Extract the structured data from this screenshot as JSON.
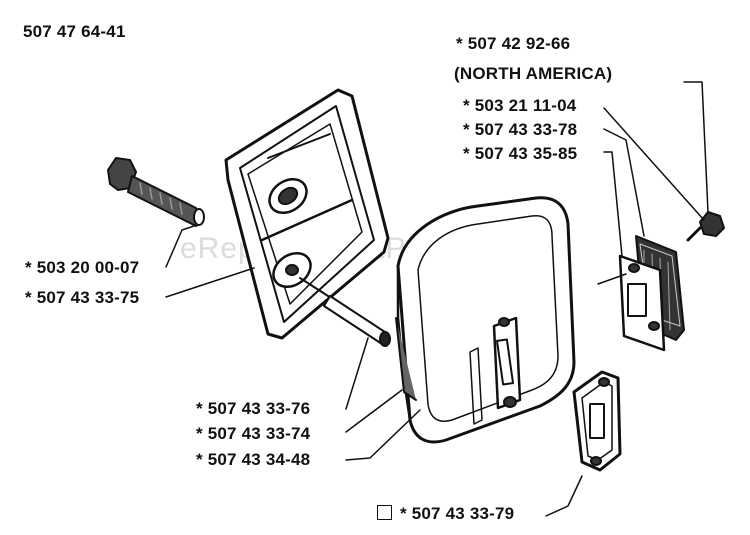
{
  "header": {
    "diagram_number": "507 47 64-41"
  },
  "watermark": "eReplacementParts.com",
  "callouts": [
    {
      "id": "kit",
      "text": "* 507 42 92-66"
    },
    {
      "id": "region",
      "text": "(NORTH AMERICA)"
    },
    {
      "id": "screw-small",
      "text": "* 503 21 11-04"
    },
    {
      "id": "spark-screen",
      "text": "* 507 43 33-78"
    },
    {
      "id": "deflector",
      "text": "* 507 43 35-85"
    },
    {
      "id": "bolt",
      "text": "* 503 20 00-07"
    },
    {
      "id": "muffler-bracket",
      "text": "* 507 43 33-75"
    },
    {
      "id": "sleeve",
      "text": "* 507 43 33-76"
    },
    {
      "id": "muffler-body",
      "text": "* 507 43 33-74"
    },
    {
      "id": "muffler-seal",
      "text": "* 507 43 34-48"
    },
    {
      "id": "gasket",
      "text": "* 507 43 33-79"
    }
  ]
}
